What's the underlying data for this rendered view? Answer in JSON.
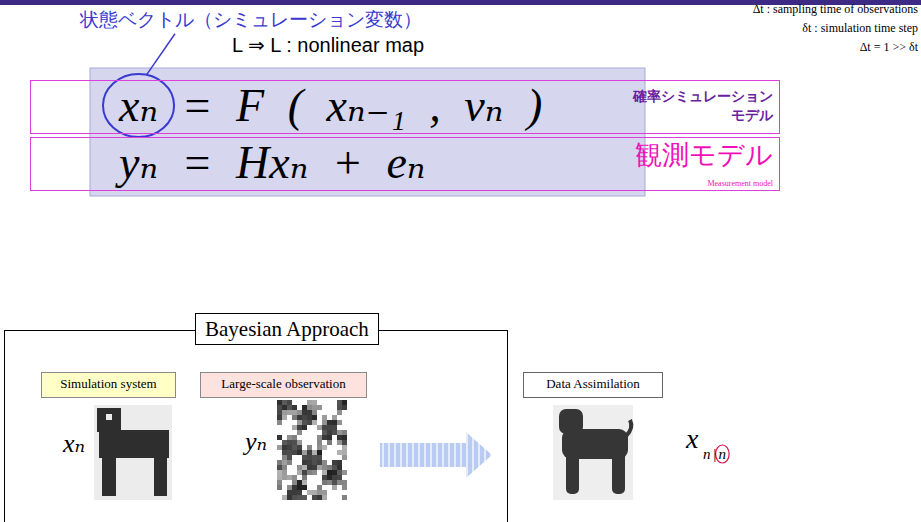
{
  "diagram": {
    "nodes": [
      {
        "text": [
          "xₙ = F ( xₙ₋₁ , vₙ )",
          "確率シミュレーション モデル"
        ]
      },
      {
        "text": [
          "yₙ = Hxₙ + eₙ",
          "観測モデル",
          "Measurement model"
        ]
      },
      {
        "text": [
          "Bayesian Approach"
        ]
      },
      {
        "text": [
          "Simulation system"
        ],
        "in": 2
      },
      {
        "text": [
          "Large-scale observation"
        ],
        "in": 2
      },
      {
        "text": [
          "Data Assimilation"
        ]
      }
    ],
    "labels": [
      "状態ベクトル（シミュレーション変数）",
      "L ⇒ L : nonlinear map",
      "Δt : sampling time of observations",
      "δt : simulation time step",
      "Δt = 1 >> δt",
      "xₙ",
      "yₙ",
      "x",
      "n|n"
    ]
  }
}
